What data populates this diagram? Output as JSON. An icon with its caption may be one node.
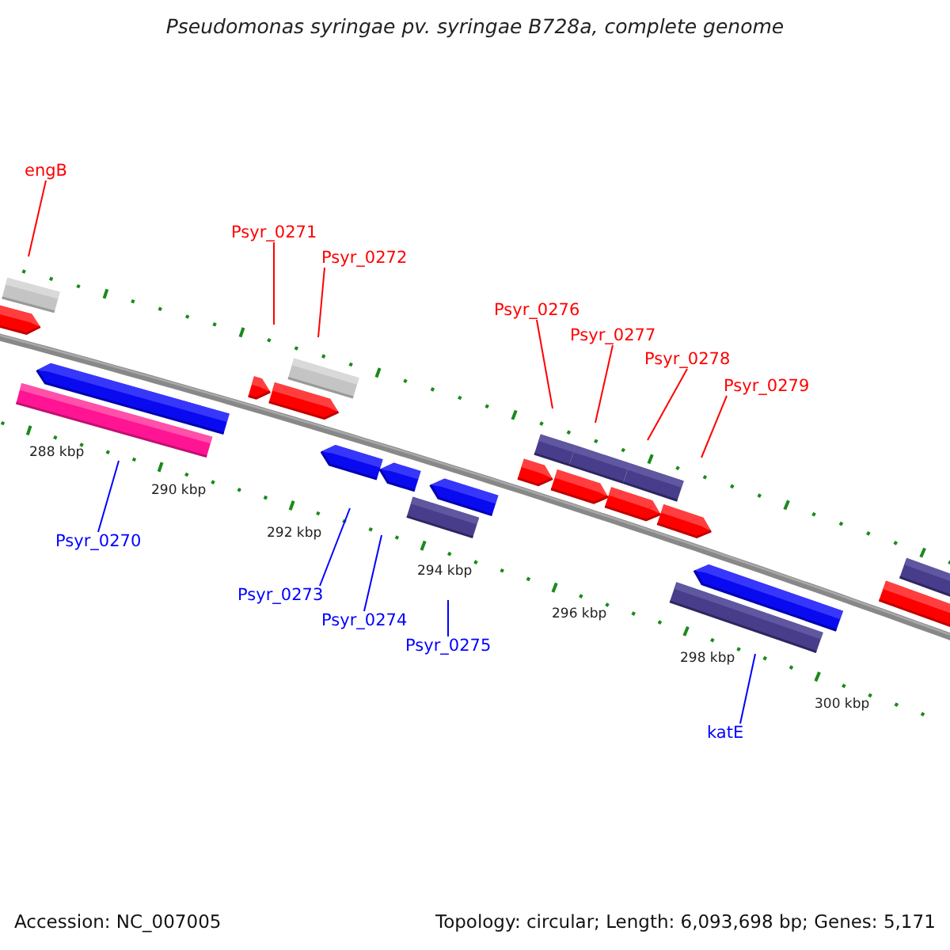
{
  "diagram": {
    "title": "Pseudomonas syringae pv. syringae B728a, complete genome",
    "nodes": [
      {
        "text": [
          "engB"
        ]
      },
      {
        "text": [
          "Psyr_0271"
        ]
      },
      {
        "text": [
          "Psyr_0272"
        ]
      },
      {
        "text": [
          "Psyr_0276"
        ]
      },
      {
        "text": [
          "Psyr_0277"
        ]
      },
      {
        "text": [
          "Psyr_0278"
        ]
      },
      {
        "text": [
          "Psyr_0279"
        ]
      },
      {
        "text": [
          "Psyr_0270"
        ]
      },
      {
        "text": [
          "Psyr_0273"
        ]
      },
      {
        "text": [
          "Psyr_0274"
        ]
      },
      {
        "text": [
          "Psyr_0275"
        ]
      },
      {
        "text": [
          "katE"
        ]
      }
    ],
    "edges": [
      {
        "from": 0,
        "to": null,
        "arrow": "none"
      },
      {
        "from": 1,
        "to": null,
        "arrow": "none"
      },
      {
        "from": 2,
        "to": null,
        "arrow": "none"
      },
      {
        "from": 3,
        "to": null,
        "arrow": "none"
      },
      {
        "from": 4,
        "to": null,
        "arrow": "none"
      },
      {
        "from": 5,
        "to": null,
        "arrow": "none"
      },
      {
        "from": 6,
        "to": null,
        "arrow": "none"
      },
      {
        "from": 7,
        "to": null,
        "arrow": "none",
        "color": "#0000ff"
      },
      {
        "from": 8,
        "to": null,
        "arrow": "none",
        "color": "#0000ff"
      },
      {
        "from": 9,
        "to": null,
        "arrow": "none",
        "color": "#0000ff"
      },
      {
        "from": 10,
        "to": null,
        "arrow": "none",
        "color": "#0000ff"
      },
      {
        "from": 11,
        "to": null,
        "arrow": "none",
        "color": "#0000ff"
      }
    ],
    "labels": [
      "288 kbp",
      "290 kbp",
      "292 kbp",
      "294 kbp",
      "296 kbp",
      "298 kbp",
      "300 kbp",
      "Accession: NC_007005",
      "Topology: circular; Length: 6,093,698 bp; Genes: 5,171"
    ]
  }
}
